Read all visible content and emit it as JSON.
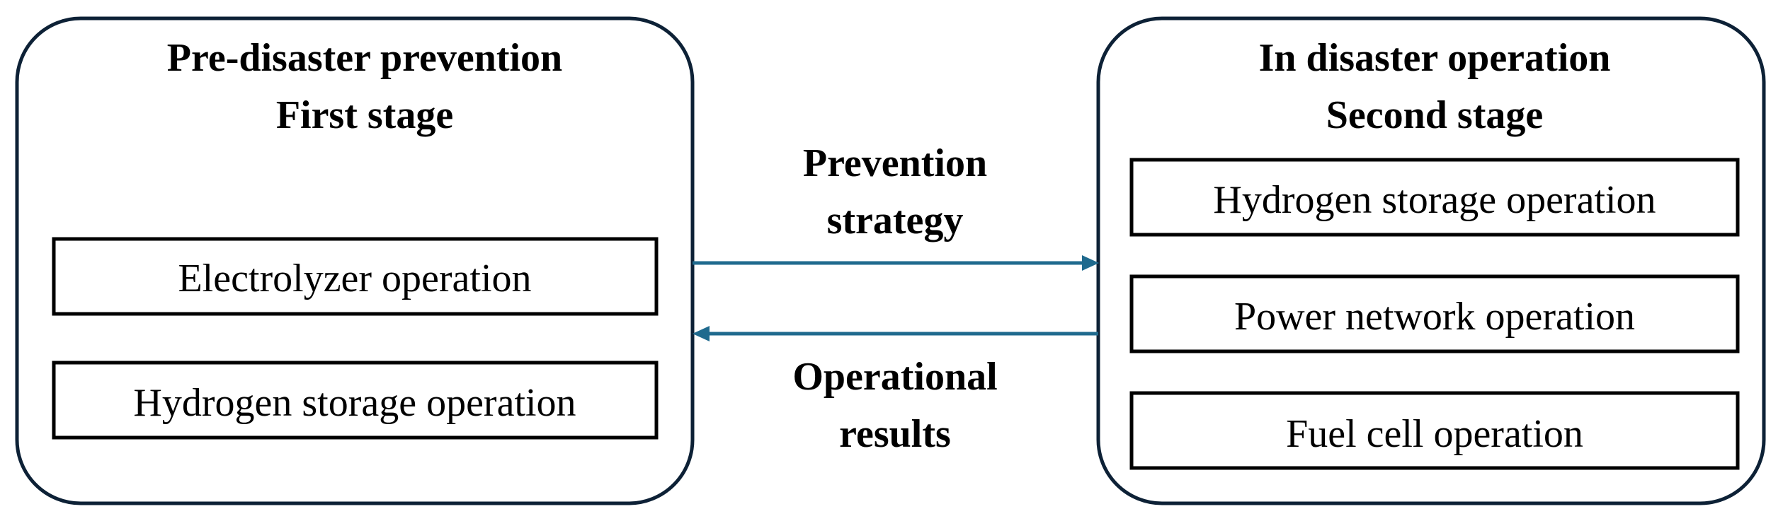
{
  "first_stage": {
    "title_line1": "Pre-disaster prevention",
    "title_line2": "First stage",
    "operations": [
      "Electrolyzer operation",
      "Hydrogen storage operation"
    ]
  },
  "second_stage": {
    "title_line1": "In disaster operation",
    "title_line2": "Second stage",
    "operations": [
      "Hydrogen storage operation",
      "Power network operation",
      "Fuel cell operation"
    ]
  },
  "arrows": {
    "forward_label_line1": "Prevention",
    "forward_label_line2": "strategy",
    "backward_label_line1": "Operational",
    "backward_label_line2": "results",
    "color": "#1f6a8e"
  }
}
